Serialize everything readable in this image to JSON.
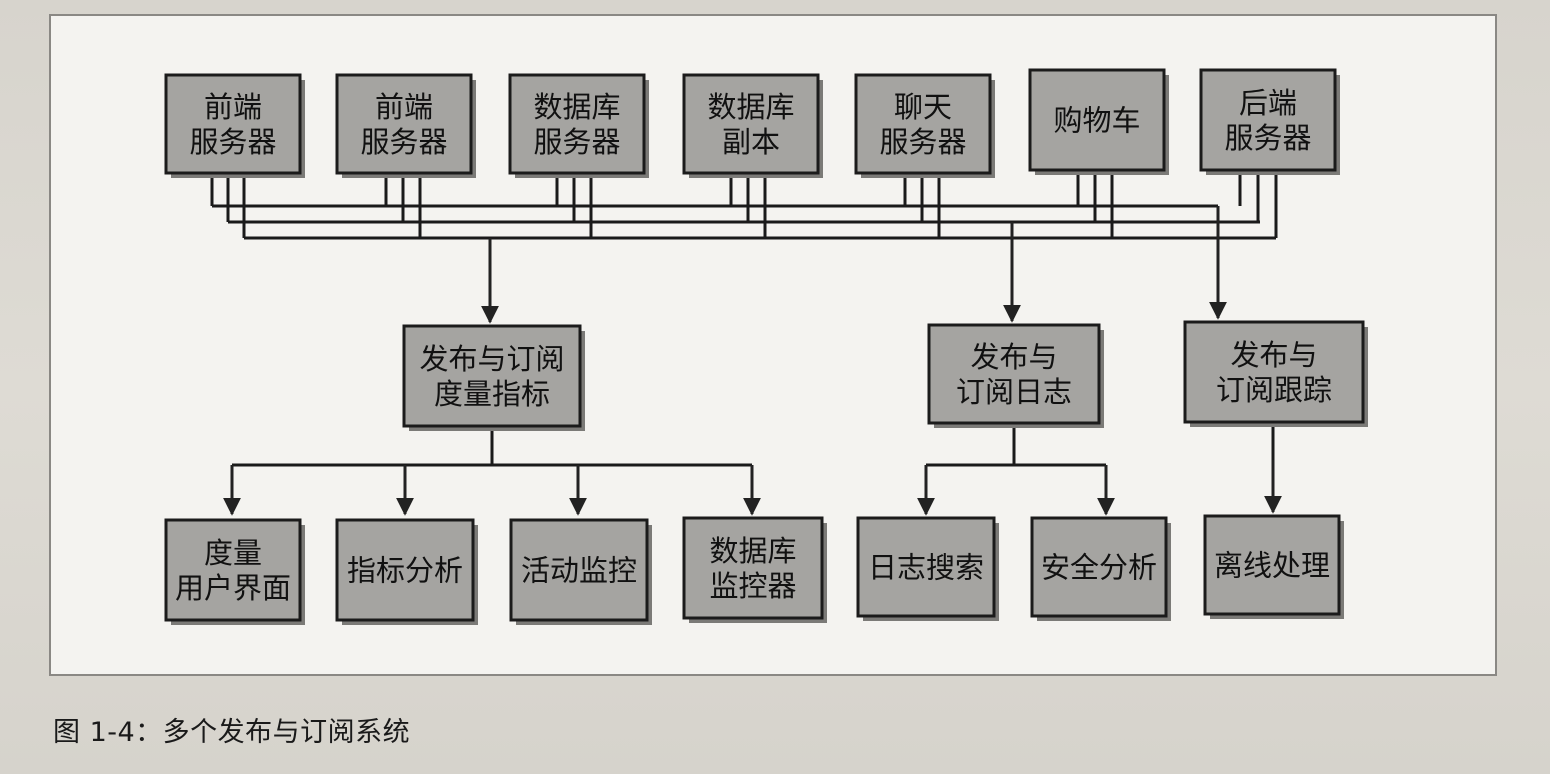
{
  "diagram": {
    "producers": [
      {
        "id": "p1",
        "lines": [
          "前端",
          "服务器"
        ]
      },
      {
        "id": "p2",
        "lines": [
          "前端",
          "服务器"
        ]
      },
      {
        "id": "p3",
        "lines": [
          "数据库",
          "服务器"
        ]
      },
      {
        "id": "p4",
        "lines": [
          "数据库",
          "副本"
        ]
      },
      {
        "id": "p5",
        "lines": [
          "聊天",
          "服务器"
        ]
      },
      {
        "id": "p6",
        "lines": [
          "购物车"
        ]
      },
      {
        "id": "p7",
        "lines": [
          "后端",
          "服务器"
        ]
      }
    ],
    "pubsub": [
      {
        "id": "s1",
        "lines": [
          "发布与订阅",
          "度量指标"
        ]
      },
      {
        "id": "s2",
        "lines": [
          "发布与",
          "订阅日志"
        ]
      },
      {
        "id": "s3",
        "lines": [
          "发布与",
          "订阅跟踪"
        ]
      }
    ],
    "consumers": [
      {
        "id": "c1",
        "lines": [
          "度量",
          "用户界面"
        ],
        "source": "s1"
      },
      {
        "id": "c2",
        "lines": [
          "指标分析"
        ],
        "source": "s1"
      },
      {
        "id": "c3",
        "lines": [
          "活动监控"
        ],
        "source": "s1"
      },
      {
        "id": "c4",
        "lines": [
          "数据库",
          "监控器"
        ],
        "source": "s1"
      },
      {
        "id": "c5",
        "lines": [
          "日志搜索"
        ],
        "source": "s2"
      },
      {
        "id": "c6",
        "lines": [
          "安全分析"
        ],
        "source": "s2"
      },
      {
        "id": "c7",
        "lines": [
          "离线处理"
        ],
        "source": "s3"
      }
    ]
  },
  "caption": "图 1-4：多个发布与订阅系统",
  "colors": {
    "box_fill": "#a5a4a1",
    "box_border": "#1b1b1b",
    "line": "#1a1a1a",
    "frame_bg": "#f4f3f0"
  }
}
